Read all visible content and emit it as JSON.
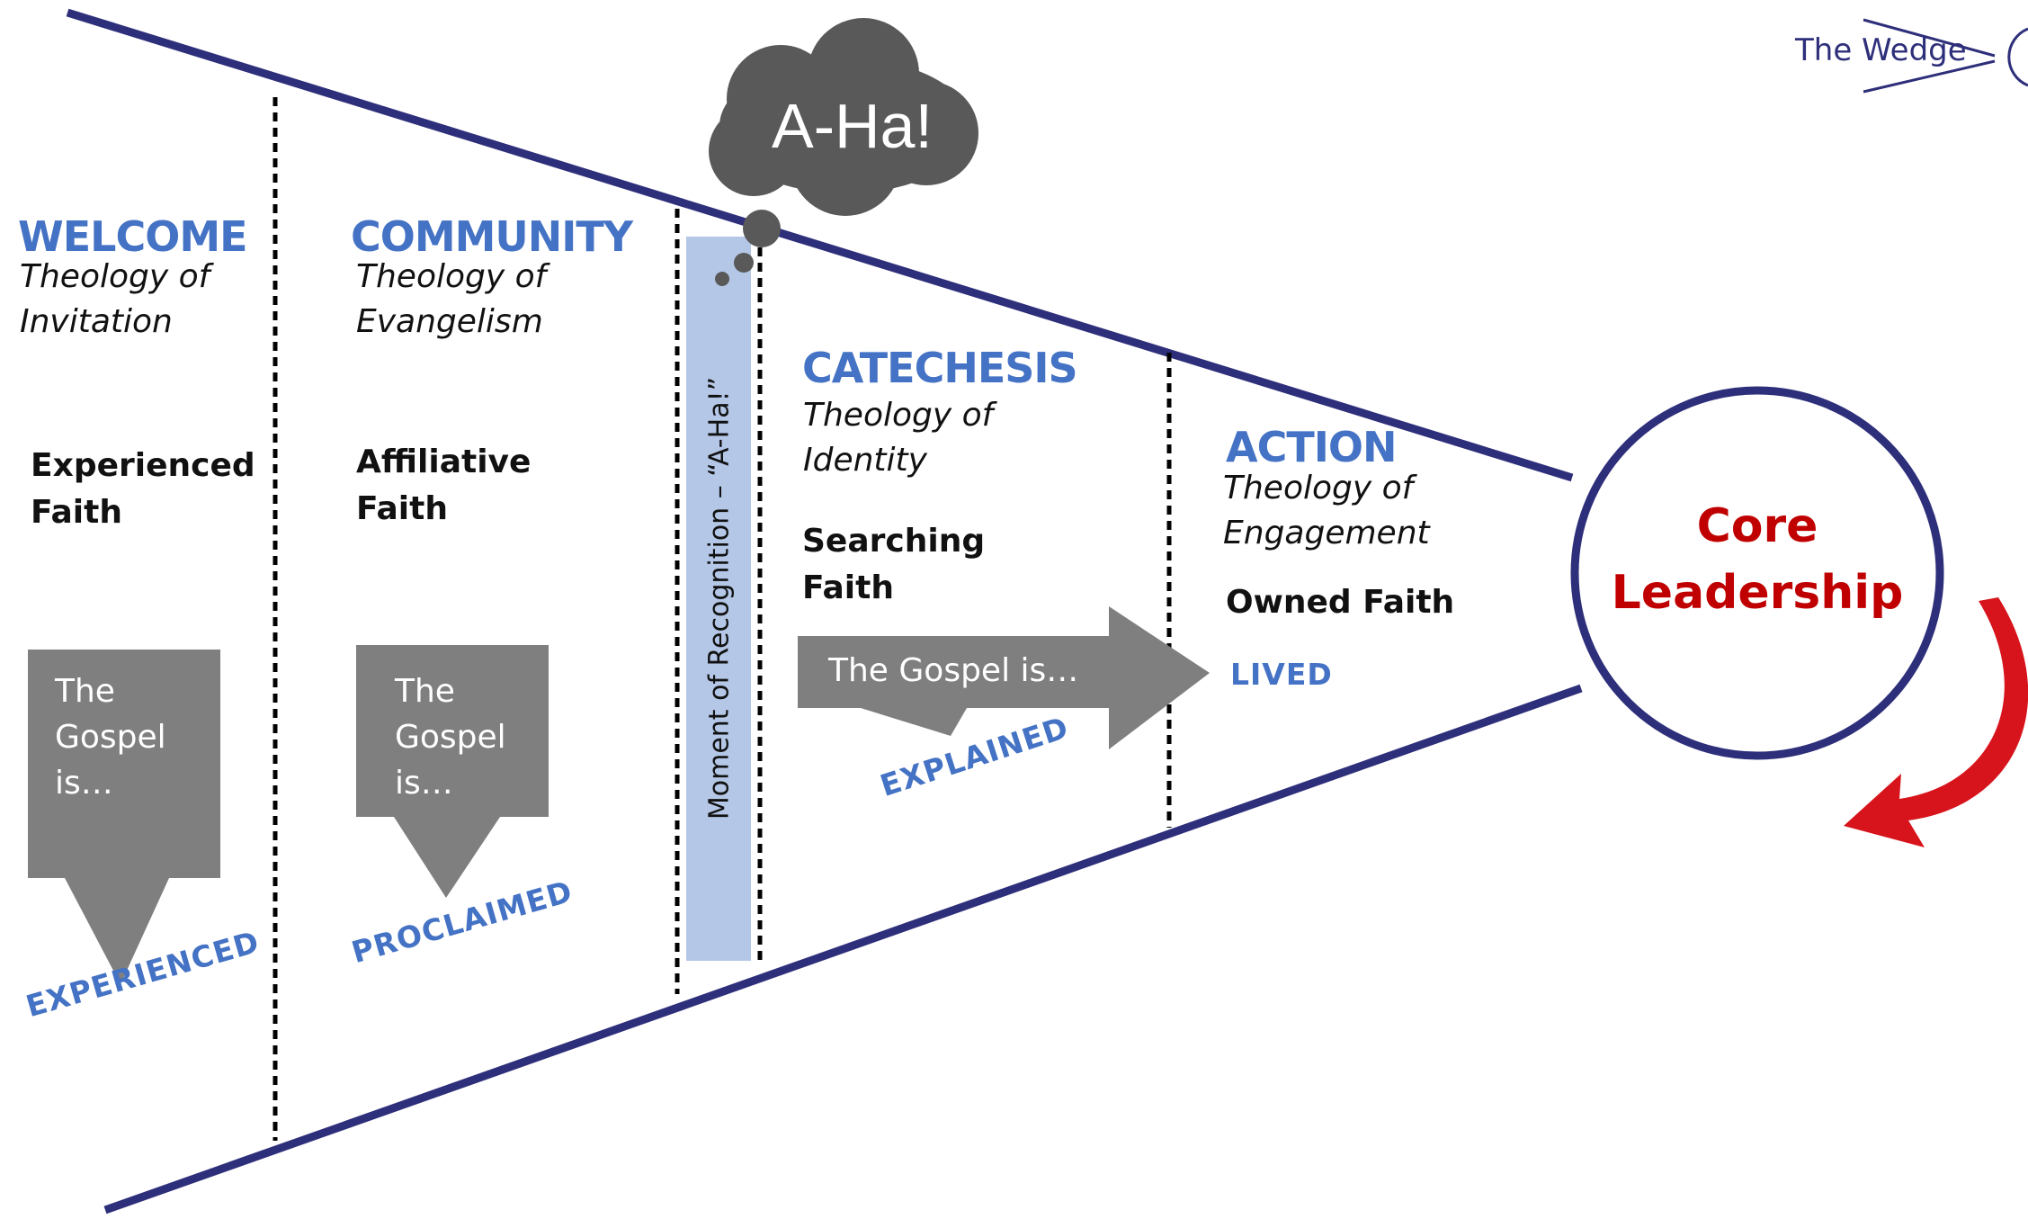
{
  "brand": {
    "label": "The Wedge"
  },
  "aha": {
    "cloud_text": "A-Ha!",
    "recognition_label": "Moment of Recognition – “A-Ha!”"
  },
  "stages": [
    {
      "title": "WELCOME",
      "theology": [
        "Theology of",
        "Invitation"
      ],
      "faith": [
        "Experienced",
        "Faith"
      ],
      "gospel": [
        "The",
        "Gospel",
        "is…"
      ],
      "verb": "EXPERIENCED"
    },
    {
      "title": "COMMUNITY",
      "theology": [
        "Theology of",
        "Evangelism"
      ],
      "faith": [
        "Affiliative",
        "Faith"
      ],
      "gospel": [
        "The",
        "Gospel",
        "is…"
      ],
      "verb": "PROCLAIMED"
    },
    {
      "title": "CATECHESIS",
      "theology": [
        "Theology of",
        "Identity"
      ],
      "faith": [
        "Searching",
        "Faith"
      ],
      "gospel": [
        "The Gospel is…"
      ],
      "verb": "EXPLAINED"
    },
    {
      "title": "ACTION",
      "theology": [
        "Theology of",
        "Engagement"
      ],
      "faith": [
        "Owned Faith"
      ],
      "verb": "LIVED"
    }
  ],
  "core": {
    "line1": "Core",
    "line2": "Leadership"
  },
  "colors": {
    "navy": "#2e2f7a",
    "blue_text": "#4472c4",
    "gray_shape": "#7f7f7f",
    "cloud": "#595959",
    "highlight": "#b4c7e7",
    "red": "#c00000",
    "arrow_red": "#d7141c"
  }
}
